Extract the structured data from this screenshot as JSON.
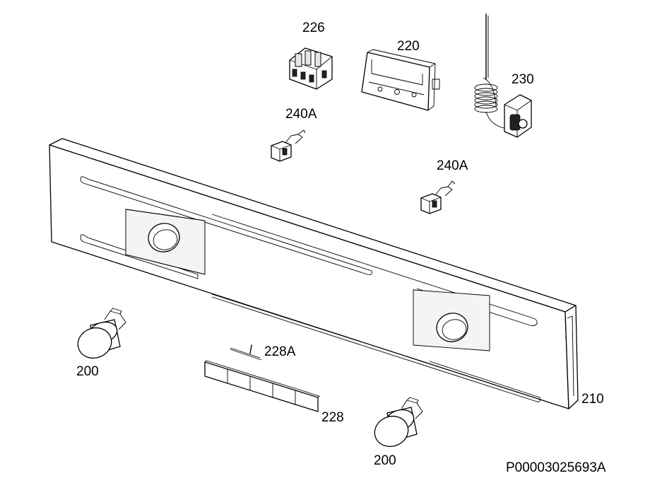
{
  "doc_id": "P00003025693A",
  "parts": [
    {
      "id": "p226",
      "label": "226"
    },
    {
      "id": "p220",
      "label": "220"
    },
    {
      "id": "p230",
      "label": "230"
    },
    {
      "id": "p240a_1",
      "label": "240A"
    },
    {
      "id": "p240a_2",
      "label": "240A"
    },
    {
      "id": "p210",
      "label": "210"
    },
    {
      "id": "p228a",
      "label": "228A"
    },
    {
      "id": "p228",
      "label": "228"
    },
    {
      "id": "p200_1",
      "label": "200"
    },
    {
      "id": "p200_2",
      "label": "200"
    }
  ]
}
